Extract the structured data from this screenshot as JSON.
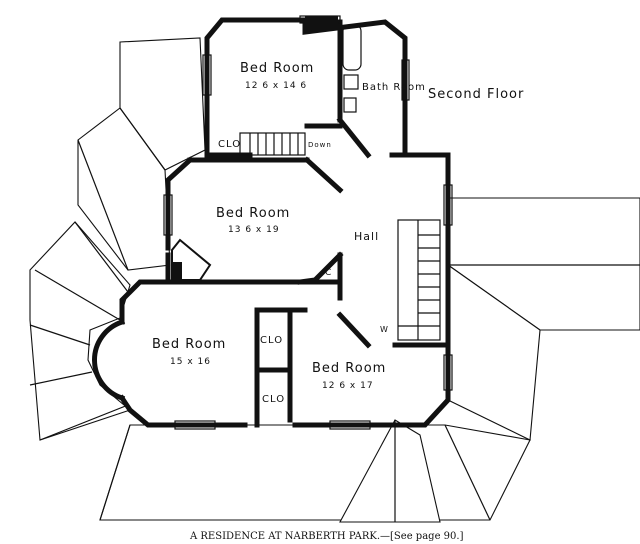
{
  "floor_title": "Second Floor",
  "rooms": [
    {
      "name": "Bed Room",
      "size": "12 6 x 14 6"
    },
    {
      "name": "Bath Room",
      "size": ""
    },
    {
      "name": "Bed Room",
      "size": "13 6 x 19"
    },
    {
      "name": "Bed Room",
      "size": "15 x 16"
    },
    {
      "name": "Bed Room",
      "size": "12 6 x 17"
    }
  ],
  "hall": "Hall",
  "closets": [
    "CLO",
    "CLO",
    "CLO"
  ],
  "stair_note": "Down",
  "small_labels": [
    "C",
    "W"
  ],
  "caption": "A RESIDENCE AT NARBERTH PARK.—[See page 90.]"
}
